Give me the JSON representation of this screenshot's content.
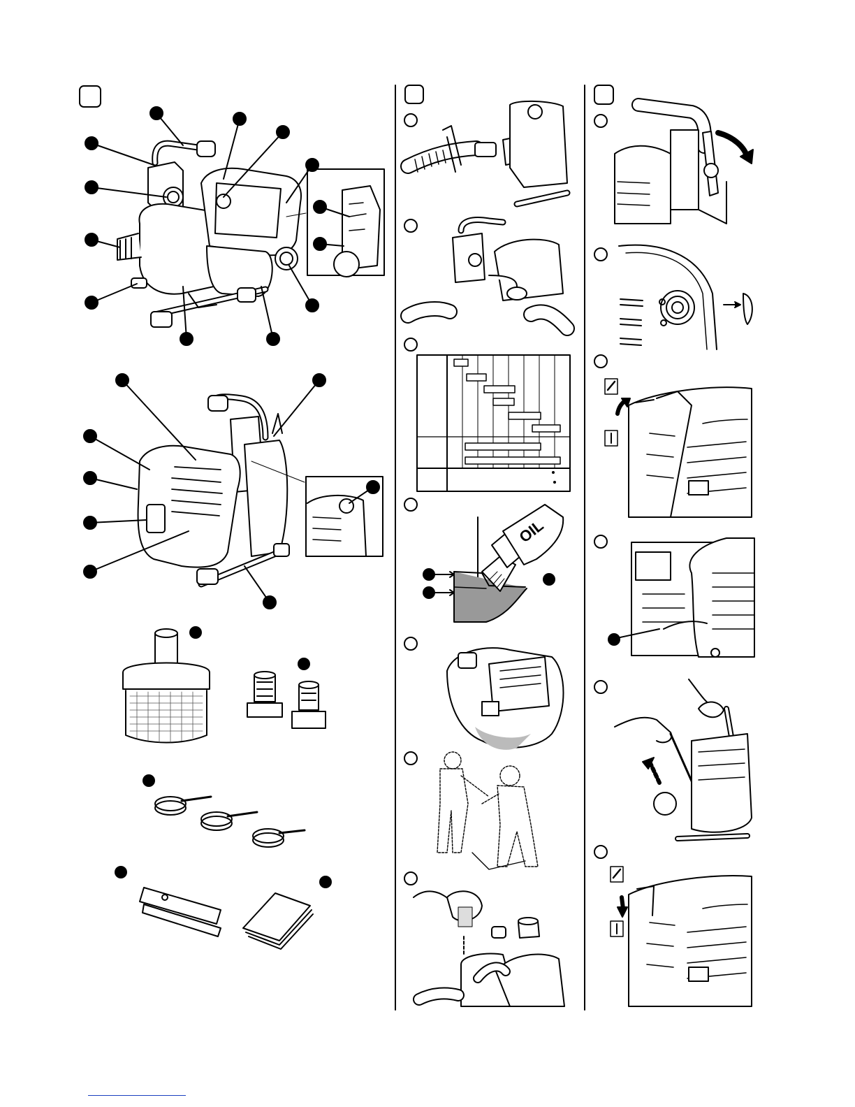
{
  "page": {
    "footer_link_color": "#1a3fbf",
    "line_color": "#000000",
    "fill_gray": "#999999"
  },
  "panels": {
    "left": {
      "icon": "component-overview-figure"
    },
    "middle": {
      "icon": "pump-preparation-steps"
    },
    "right": {
      "icon": "engine-starting-steps"
    }
  },
  "middle_steps": [
    {
      "icon": "suction-hose-connection-drawing"
    },
    {
      "icon": "discharge-hose-connection-drawing"
    },
    {
      "icon": "operating-temperature-table"
    },
    {
      "icon": "oil-level-drawing",
      "container_label": "OIL"
    },
    {
      "icon": "engine-tilt-drawing"
    },
    {
      "icon": "two-persons-lifting-drawing"
    },
    {
      "icon": "priming-water-drawing"
    }
  ],
  "right_steps": [
    {
      "icon": "stop-lever-drawing"
    },
    {
      "icon": "primer-bulb-drawing"
    },
    {
      "icon": "choke-lever-closed-drawing"
    },
    {
      "icon": "throttle-detail-drawing"
    },
    {
      "icon": "starter-pull-drawing"
    },
    {
      "icon": "choke-lever-open-drawing"
    }
  ],
  "accessories": [
    {
      "icon": "strainer-icon"
    },
    {
      "icon": "hose-fittings-icon"
    },
    {
      "icon": "hose-clamps-icon"
    },
    {
      "icon": "spark-plug-wrench-icon"
    },
    {
      "icon": "instruction-manual-icon"
    }
  ]
}
